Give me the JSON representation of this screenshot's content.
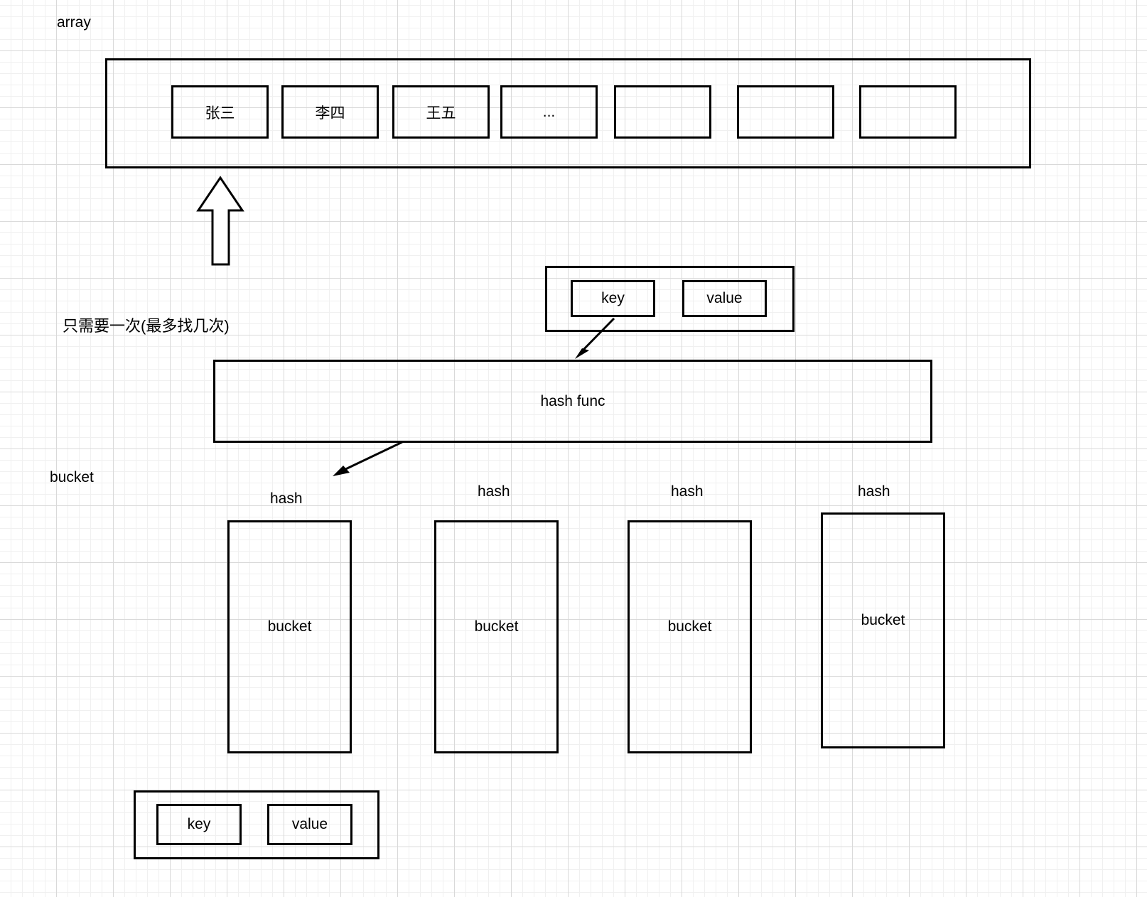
{
  "diagram": {
    "title": "hash map structure",
    "background": "#ffffff",
    "grid_minor_color": "#f0f0f0",
    "grid_major_color": "#d9d9d9",
    "stroke_color": "#000000",
    "text_color": "#000000"
  },
  "labels": {
    "array": "array",
    "note_lookup": "只需要一次(最多找几次)",
    "bucket_caption": "bucket"
  },
  "array_section": {
    "cells": [
      {
        "text": "张三"
      },
      {
        "text": "李四"
      },
      {
        "text": "王五"
      },
      {
        "text": "..."
      },
      {
        "text": ""
      },
      {
        "text": ""
      },
      {
        "text": ""
      }
    ]
  },
  "kv_top": {
    "key_label": "key",
    "value_label": "value"
  },
  "hash_func": {
    "label": "hash func"
  },
  "buckets": [
    {
      "hash_label": "hash",
      "bucket_label": "bucket"
    },
    {
      "hash_label": "hash",
      "bucket_label": "bucket"
    },
    {
      "hash_label": "hash",
      "bucket_label": "bucket"
    },
    {
      "hash_label": "hash",
      "bucket_label": "bucket"
    }
  ],
  "kv_bottom": {
    "key_label": "key",
    "value_label": "value"
  }
}
